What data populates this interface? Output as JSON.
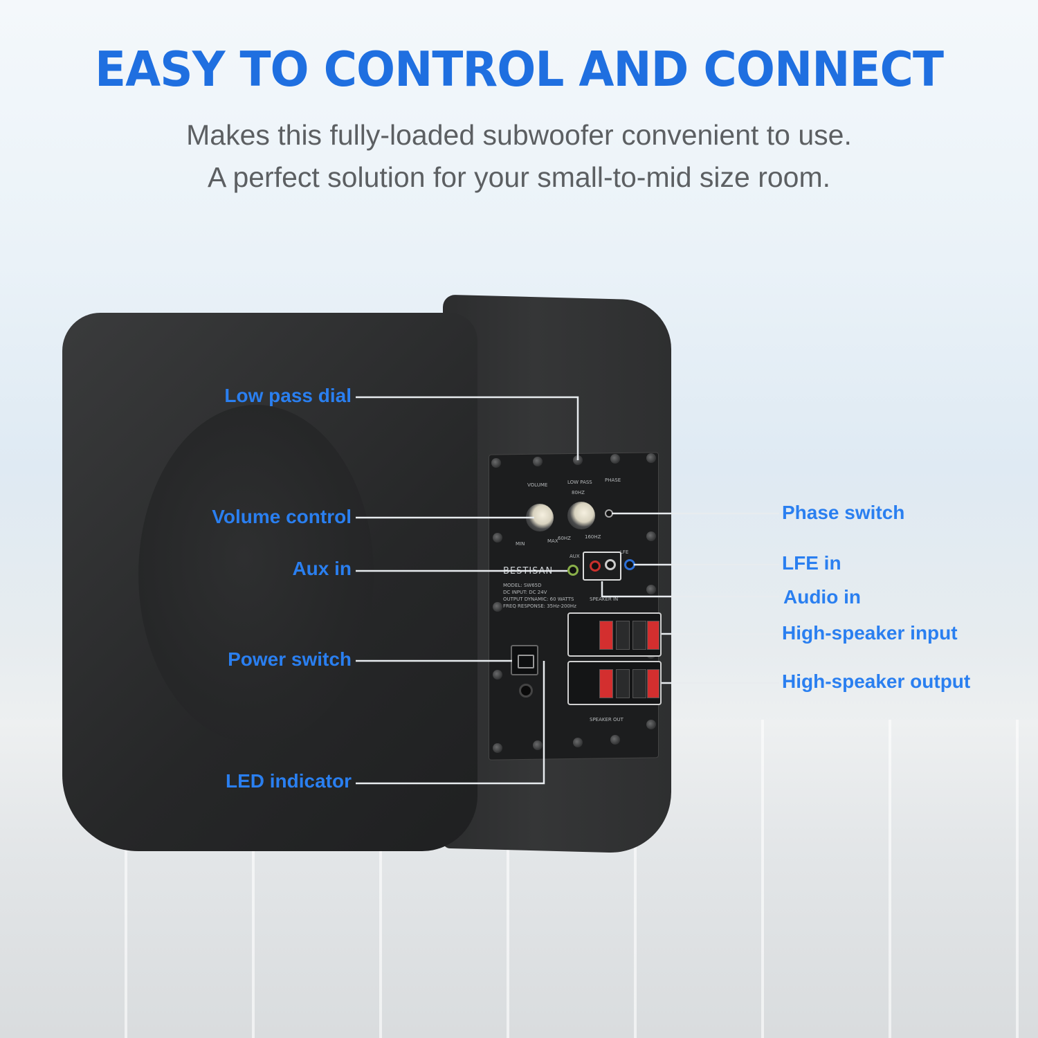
{
  "header": {
    "title": "EASY TO CONTROL AND CONNECT",
    "subtitle_line1": "Makes this fully-loaded subwoofer convenient to use.",
    "subtitle_line2": "A perfect solution for your small-to-mid size room."
  },
  "product": {
    "brand": "BESTISAN",
    "panel_labels": {
      "volume": "VOLUME",
      "low_pass": "LOW PASS",
      "phase": "PHASE",
      "aux": "AUX",
      "lfe": "LFE",
      "speaker_in": "SPEAKER IN",
      "speaker_out": "SPEAKER OUT",
      "min": "MIN",
      "max": "MAX",
      "hz60": "60HZ",
      "hz80": "80HZ",
      "hz160": "160HZ",
      "model": "MODEL: SW65D",
      "dc_input": "DC INPUT: DC 24V",
      "output": "OUTPUT DYNAMIC: 60 WATTS",
      "freq": "FREQ RESPONSE: 35Hz-200Hz"
    }
  },
  "callouts": {
    "low_pass_dial": "Low pass dial",
    "volume_control": "Volume control",
    "aux_in": "Aux in",
    "power_switch": "Power switch",
    "led_indicator": "LED indicator",
    "phase_switch": "Phase switch",
    "lfe_in": "LFE in",
    "audio_in": "Audio in",
    "high_speaker_input": "High-speaker input",
    "high_speaker_output": "High-speaker output"
  },
  "colors": {
    "accent": "#1f6fe0",
    "callout": "#2a7ff0",
    "subtitle": "#5c5f62",
    "speaker_body": "#262728"
  }
}
